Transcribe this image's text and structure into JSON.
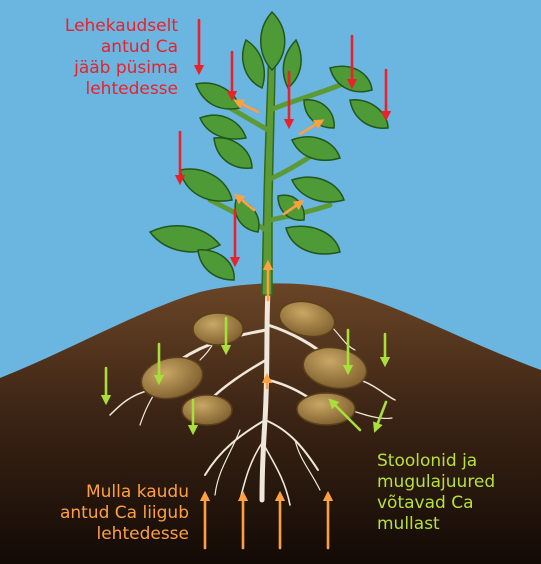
{
  "labels": {
    "foliar": "Lehekaudselt\nantud Ca\njääb püsima\nlehtedesse",
    "soil": "Mulla kaudu\nantud Ca liigub\nlehtedesse",
    "stolon": "Stoolonid ja\nmugulajuured\nvõtavad Ca\nmullast"
  },
  "colors": {
    "sky": "#6bb6e0",
    "soil_top": "#5c3a20",
    "soil_bottom": "#150b05",
    "leaf": "#4e9a37",
    "leaf_dark": "#2f6a22",
    "stem": "#5c9a36",
    "tuber": "#a9864a",
    "root": "#f2ece0",
    "arrow_red": "#e8212a",
    "arrow_orange": "#ffa040",
    "arrow_green": "#a8df3a"
  },
  "icons": {
    "foliar_arrow": "arrow-down-red",
    "soil_arrow": "arrow-up-orange",
    "stolon_arrow": "arrow-green",
    "internal_arrow": "arrow-orange"
  }
}
